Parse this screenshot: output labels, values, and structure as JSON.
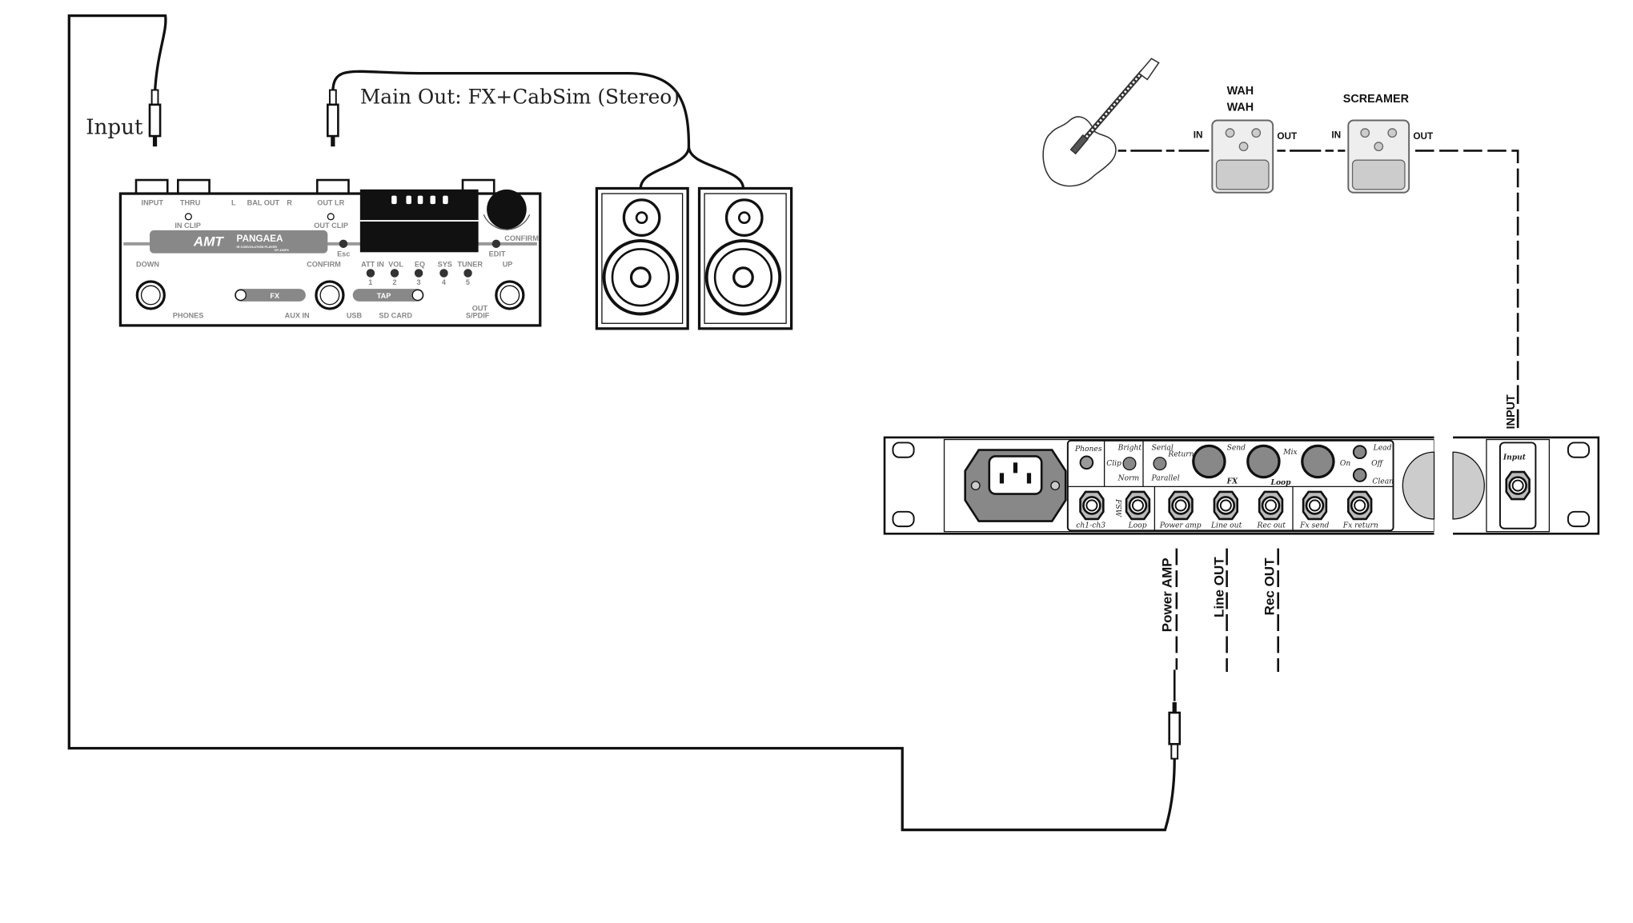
{
  "labels": {
    "input": "Input",
    "main_out": "Main Out: FX+CabSim (Stereo)",
    "wah": [
      "WAH",
      "WAH"
    ],
    "screamer": "SCREAMER",
    "in": "IN",
    "out": "OUT",
    "amp_input": "INPUT",
    "power_amp": "Power AMP",
    "line_out": "Line OUT",
    "rec_out": "Rec OUT"
  },
  "pangaea": {
    "brand": "AMT",
    "model": "PANGAEA",
    "subtitle": "IR CONVOLUTION PLAYER",
    "model_code": "CP-100FX",
    "top_labels": [
      "INPUT",
      "THRU",
      "L",
      "BAL OUT",
      "R",
      "OUT LR"
    ],
    "in_clip": "IN CLIP",
    "out_clip": "OUT CLIP",
    "esc": "Esc",
    "edit": "EDIT",
    "confirm_small": "CONFIRM",
    "down": "DOWN",
    "confirm": "CONFIRM",
    "up": "UP",
    "buttons": [
      {
        "label": "ATT IN",
        "num": "1"
      },
      {
        "label": "VOL",
        "num": "2"
      },
      {
        "label": "EQ",
        "num": "3"
      },
      {
        "label": "SYS",
        "num": "4"
      },
      {
        "label": "TUNER",
        "num": "5"
      }
    ],
    "fx": "FX",
    "tap": "TAP",
    "bottom_labels": [
      "PHONES",
      "AUX IN",
      "USB",
      "SD CARD",
      "OUT",
      "S/PDIF"
    ]
  },
  "rack": {
    "phones": "Phones",
    "bright": "Bright",
    "norm": "Norm",
    "clip": "Clip",
    "serial": "Serial",
    "parallel": "Parallel",
    "return": "Return",
    "send": "Send",
    "mix": "Mix",
    "fx": "FX",
    "loop": "Loop",
    "lead": "Lead",
    "off": "Off",
    "on": "On",
    "clean": "Clean",
    "fsw": "FSW",
    "jacks": [
      "ch1-ch3",
      "Loop",
      "Power amp",
      "Line out",
      "Rec out",
      "Fx send",
      "Fx return"
    ],
    "input": "Input"
  }
}
